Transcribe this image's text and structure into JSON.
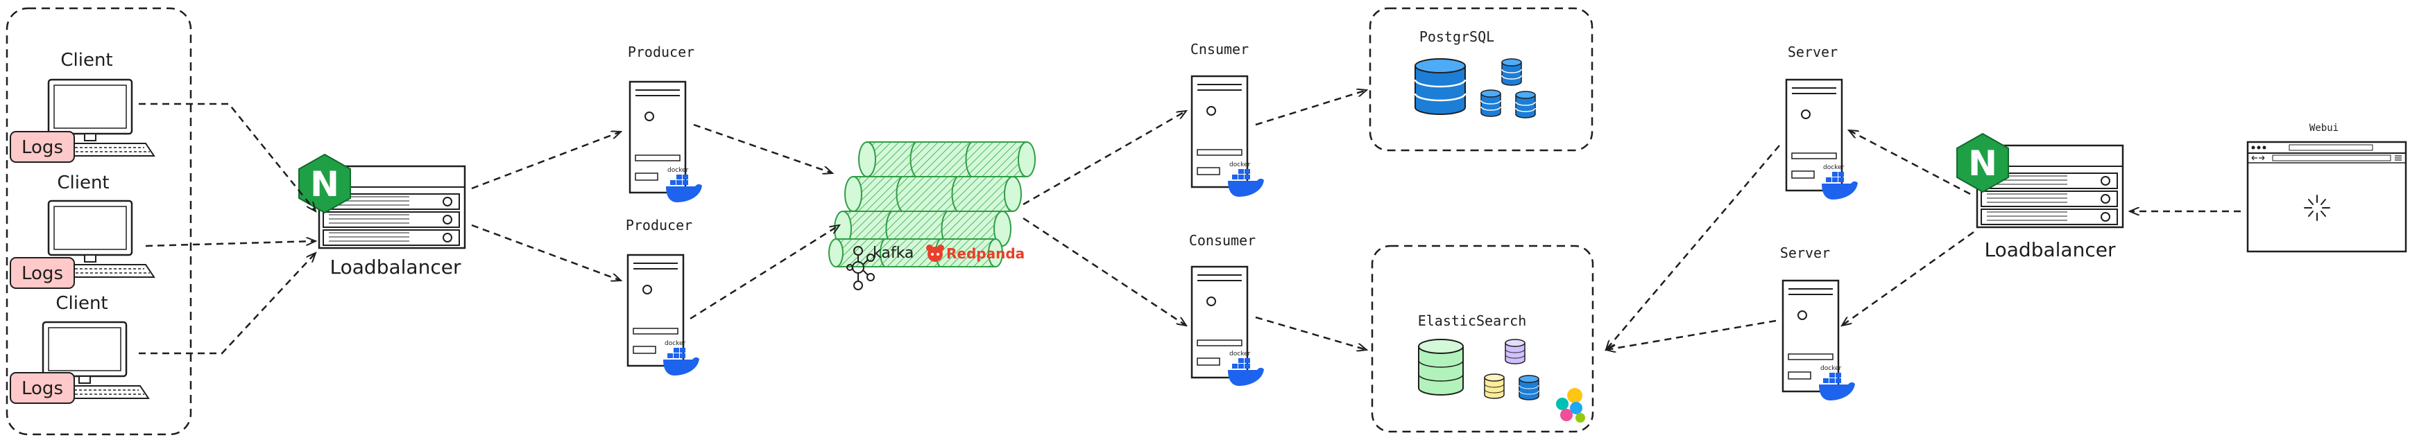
{
  "labels": {
    "client_1": "Client",
    "client_2": "Client",
    "client_3": "Client",
    "logs_1": "Logs",
    "logs_2": "Logs",
    "logs_3": "Logs",
    "loadbalancer_left": "Loadbalancer",
    "producer_1": "Producer",
    "producer_2": "Producer",
    "kafka": "kafka",
    "redpanda": "Redpanda",
    "consumer_1": "Cnsumer",
    "consumer_2": "Consumer",
    "postgres": "PostgrSQL",
    "elasticsearch": "ElasticSearch",
    "server_1": "Server",
    "server_2": "Server",
    "loadbalancer_right": "Loadbalancer",
    "webui": "Webui",
    "nginx_letter_left": "N",
    "nginx_letter_right": "N",
    "docker_text": "docker"
  },
  "colors": {
    "stroke": "#1e1e1e",
    "logs_fill": "#ffc9c9",
    "nginx_green": "#20a046",
    "kafka_green": "#b2f2bb",
    "kafka_stroke": "#2f9e44",
    "postgres_blue": "#1c7ed6",
    "elastic_green": "#b2f2bb",
    "elastic_purple": "#d0bfff",
    "elastic_yellow": "#ffec99",
    "docker_blue": "#1d63ed",
    "redpanda_red": "#e8402a"
  },
  "icons": [
    "monitor-icon",
    "server-icon",
    "docker-icon",
    "nginx-icon",
    "database-icon",
    "kafka-icon",
    "redpanda-icon",
    "elastic-icon",
    "browser-icon",
    "spinner-icon"
  ]
}
